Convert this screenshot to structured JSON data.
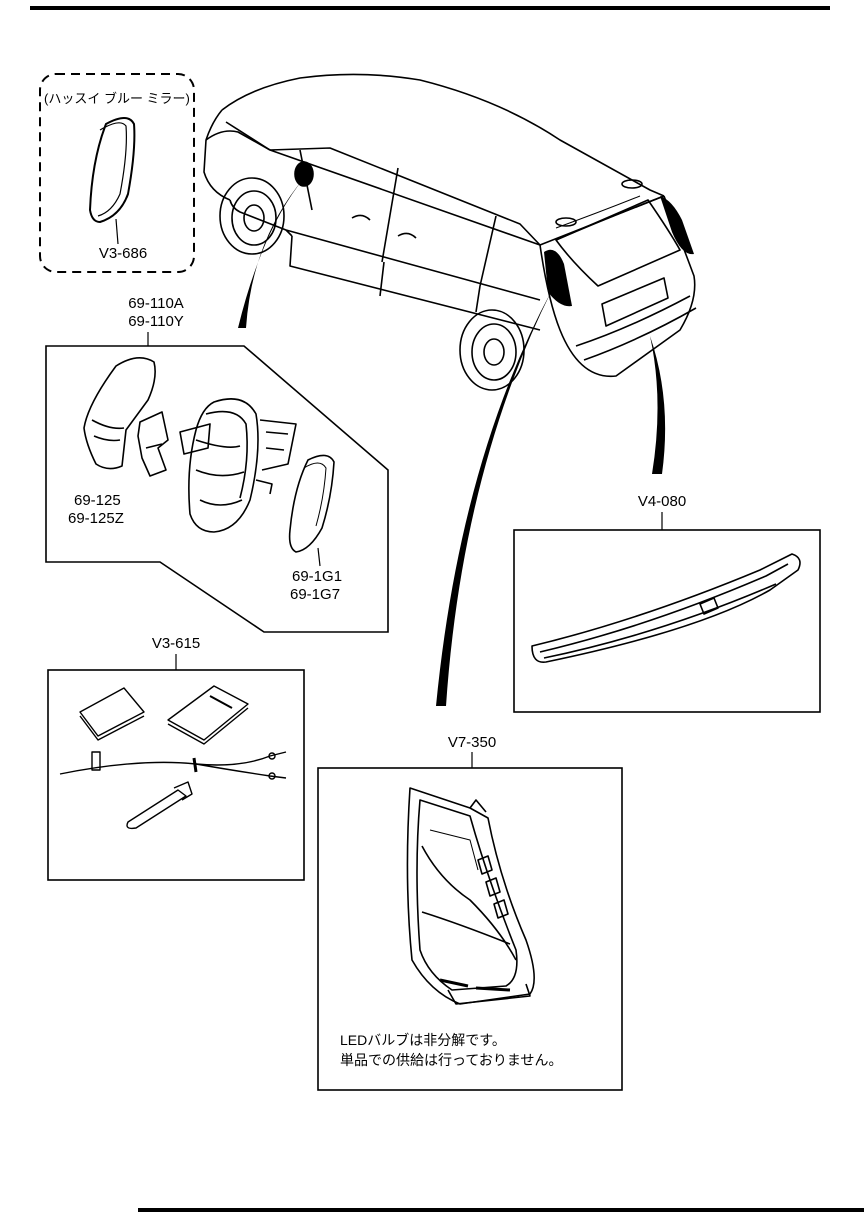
{
  "parts": {
    "heated_mirror_note": "(ハッスイ ブルー ミラー)",
    "heated_mirror_glass": "V3-686",
    "mirror_assembly": [
      "69-110A",
      "69-110Y"
    ],
    "mirror_cover": [
      "69-125",
      "69-125Z"
    ],
    "mirror_glass": [
      "69-1G1",
      "69-1G7"
    ],
    "garnish": "V4-080",
    "wiring_kit": "V3-615",
    "rear_combination_lamp": "V7-350"
  },
  "lamp_note": [
    "LEDバルブは非分解です。",
    "単品での供給は行っておりません。"
  ]
}
